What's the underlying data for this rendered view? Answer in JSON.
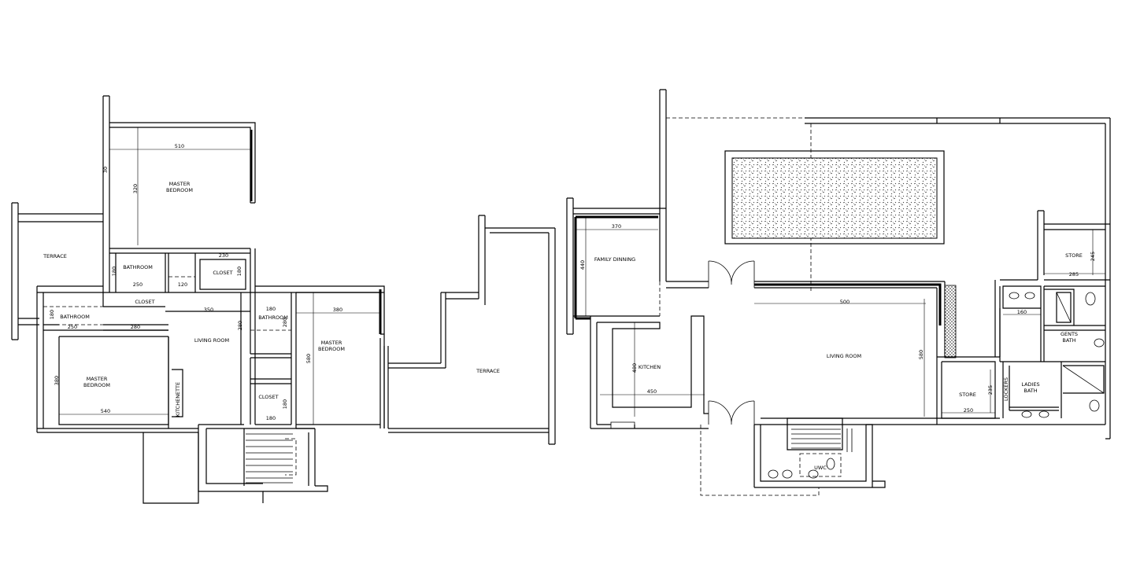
{
  "left_plan": {
    "rooms": {
      "master_bedroom_top": "MASTER\nBEDROOM",
      "terrace_left": "TERRACE",
      "bathroom_a": "BATHROOM",
      "closet_a": "CLOSET",
      "bathroom_b": "BATHROOM",
      "closet_b": "CLOSET",
      "living_room": "LIVING ROOM",
      "master_bedroom_left": "MASTER\nBEDROOM",
      "kitchenette": "KITCHENETTE",
      "bathroom_c": "BATHROOM",
      "master_bedroom_right": "MASTER\nBEDROOM",
      "closet_c": "CLOSET",
      "terrace_right": "TERRACE"
    },
    "dims": [
      "510",
      "320",
      "30",
      "230",
      "180",
      "180",
      "250",
      "120",
      "180",
      "250",
      "280",
      "350",
      "280",
      "180",
      "380",
      "280",
      "580",
      "380",
      "540",
      "180",
      "180"
    ]
  },
  "right_plan": {
    "rooms": {
      "family_dining": "FAMILY DINNING",
      "kitchen": "KITCHEN",
      "living_room": "LIVING ROOM",
      "store_top": "STORE",
      "gents_bath": "GENTS\nBATH",
      "store_bottom": "STORE",
      "lockers": "LOCKERS",
      "ladies_bath": "LADIES\nBATH",
      "wc": "UWC"
    },
    "dims": [
      "370",
      "440",
      "480",
      "450",
      "500",
      "580",
      "245",
      "285",
      "160",
      "235",
      "250"
    ]
  }
}
